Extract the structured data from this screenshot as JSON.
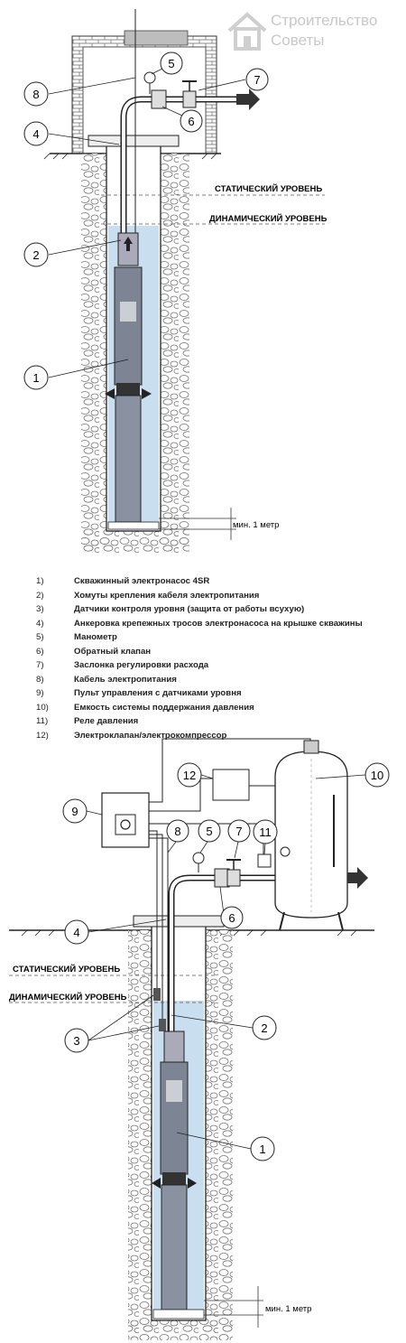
{
  "watermark": {
    "line1": "Строительство",
    "line2": "Советы"
  },
  "top_diagram": {
    "static_level": "СТАТИЧЕСКИЙ УРОВЕНЬ",
    "dynamic_level": "ДИНАМИЧЕСКИЙ УРОВЕНЬ",
    "min_depth": "мин. 1 метр",
    "callouts": [
      "1",
      "2",
      "4",
      "5",
      "6",
      "7",
      "8"
    ]
  },
  "bottom_diagram": {
    "static_level": "СТАТИЧЕСКИЙ УРОВЕНЬ",
    "dynamic_level": "ДИНАМИЧЕСКИЙ УРОВЕНЬ",
    "min_depth": "мин. 1 метр",
    "callouts": [
      "1",
      "2",
      "3",
      "4",
      "5",
      "6",
      "7",
      "8",
      "9",
      "10",
      "11",
      "12"
    ]
  },
  "legend": [
    {
      "num": "1)",
      "text": "Скважинный электронасос 4SR"
    },
    {
      "num": "2)",
      "text": "Хомуты крепления кабеля электропитания"
    },
    {
      "num": "3)",
      "text": "Датчики контроля уровня (защита от работы всухую)"
    },
    {
      "num": "4)",
      "text": "Анкеровка крепежных тросов электронасоса на крышке скважины"
    },
    {
      "num": "5)",
      "text": "Манометр"
    },
    {
      "num": "6)",
      "text": "Обратный клапан"
    },
    {
      "num": "7)",
      "text": "Заслонка  регулировки  расхода"
    },
    {
      "num": "8)",
      "text": "Кабель электропитания"
    },
    {
      "num": "9)",
      "text": "Пульт управления с датчиками уровня"
    },
    {
      "num": "10)",
      "text": "Емкость системы поддержания давления"
    },
    {
      "num": "11)",
      "text": "Реле давления"
    },
    {
      "num": "12)",
      "text": "Электроклапан/электрокомпрессор"
    }
  ],
  "colors": {
    "water": "#c9dff0",
    "line": "#222222",
    "gravel": "#888888"
  }
}
